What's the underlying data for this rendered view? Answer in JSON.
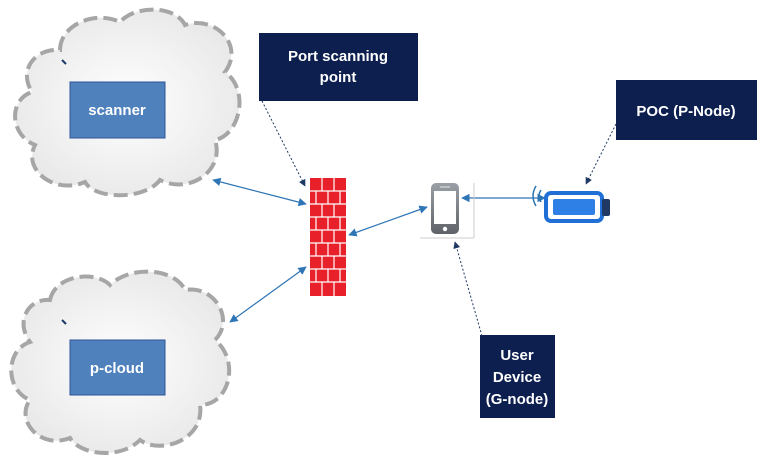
{
  "nodes": {
    "scanner": {
      "label": "scanner"
    },
    "p_cloud": {
      "label": "p-cloud"
    },
    "port_scanning_point": {
      "lines": [
        "Port scanning",
        "point"
      ]
    },
    "poc": {
      "label": "POC (P-Node)"
    },
    "user_device": {
      "lines": [
        "User",
        "Device",
        "(G-node)"
      ]
    }
  },
  "colors": {
    "navy_box": "#0d1f4f",
    "blue_box": "#4f81bd",
    "blue_box_border": "#2f5597",
    "firewall": "#e8202a",
    "arrow": "#2e75b6",
    "cloud_fill": "#f2f2f2",
    "cloud_stroke": "#a6a6a6"
  }
}
